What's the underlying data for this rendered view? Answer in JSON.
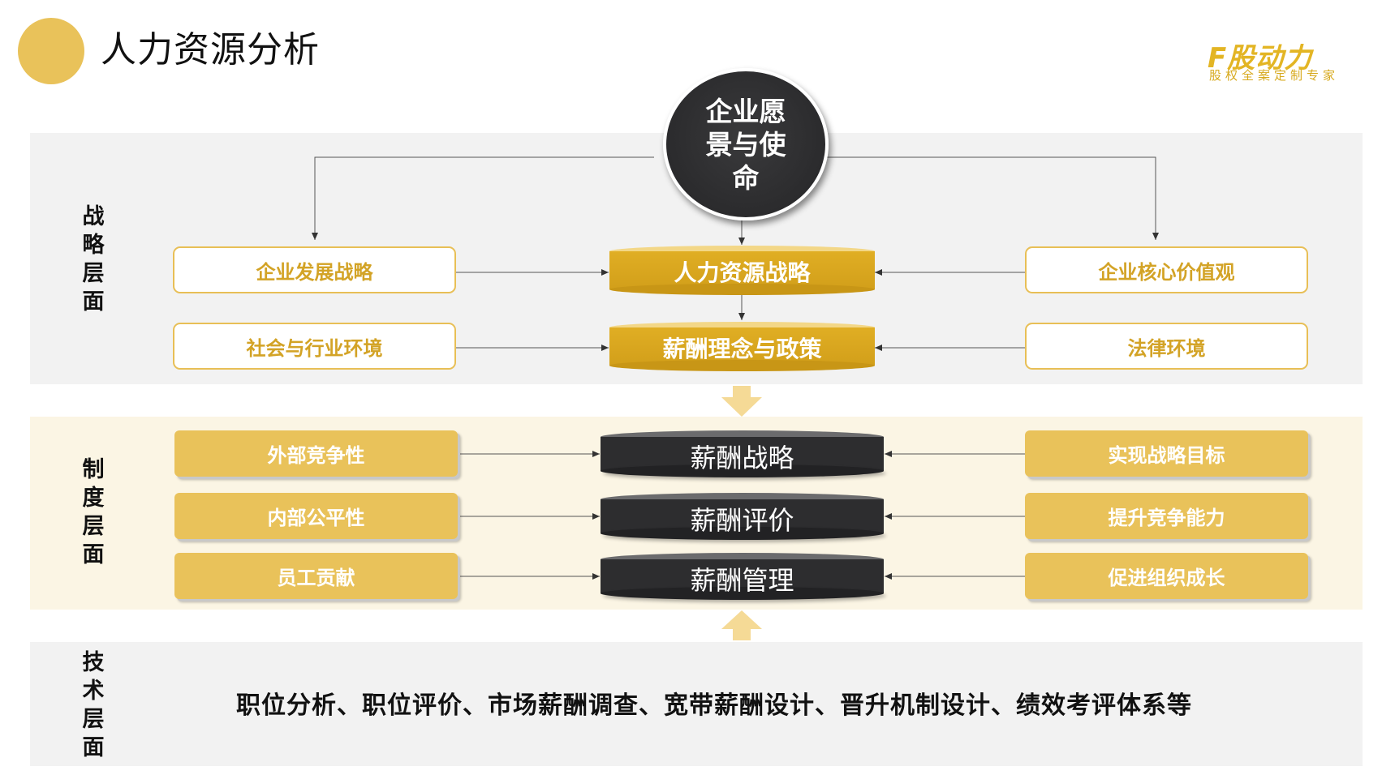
{
  "header": {
    "title": "人力资源分析"
  },
  "logo": {
    "name": "F股动力",
    "tagline": "股权全案定制专家"
  },
  "layers": {
    "strategy": "战略层面",
    "system": "制度层面",
    "technique": "技术层面"
  },
  "vision": "企业愿景与使命",
  "strategy": {
    "left": [
      "企业发展战略",
      "社会与行业环境"
    ],
    "center": [
      "人力资源战略",
      "薪酬理念与政策"
    ],
    "right": [
      "企业核心价值观",
      "法律环境"
    ]
  },
  "system": {
    "left": [
      "外部竞争性",
      "内部公平性",
      "员工贡献"
    ],
    "center": [
      "薪酬战略",
      "薪酬评价",
      "薪酬管理"
    ],
    "right": [
      "实现战略目标",
      "提升竞争能力",
      "促进组织成长"
    ]
  },
  "technique": {
    "text": "职位分析、职位评价、市场薪酬调查、宽带薪酬设计、晋升机制设计、绩效考评体系等"
  },
  "colors": {
    "gold": "#E9C25A",
    "dark": "#2D2D2F",
    "outline_text": "#D3A326",
    "gray_band": "#F2F2F2",
    "cream_band": "#FBF5E4"
  }
}
